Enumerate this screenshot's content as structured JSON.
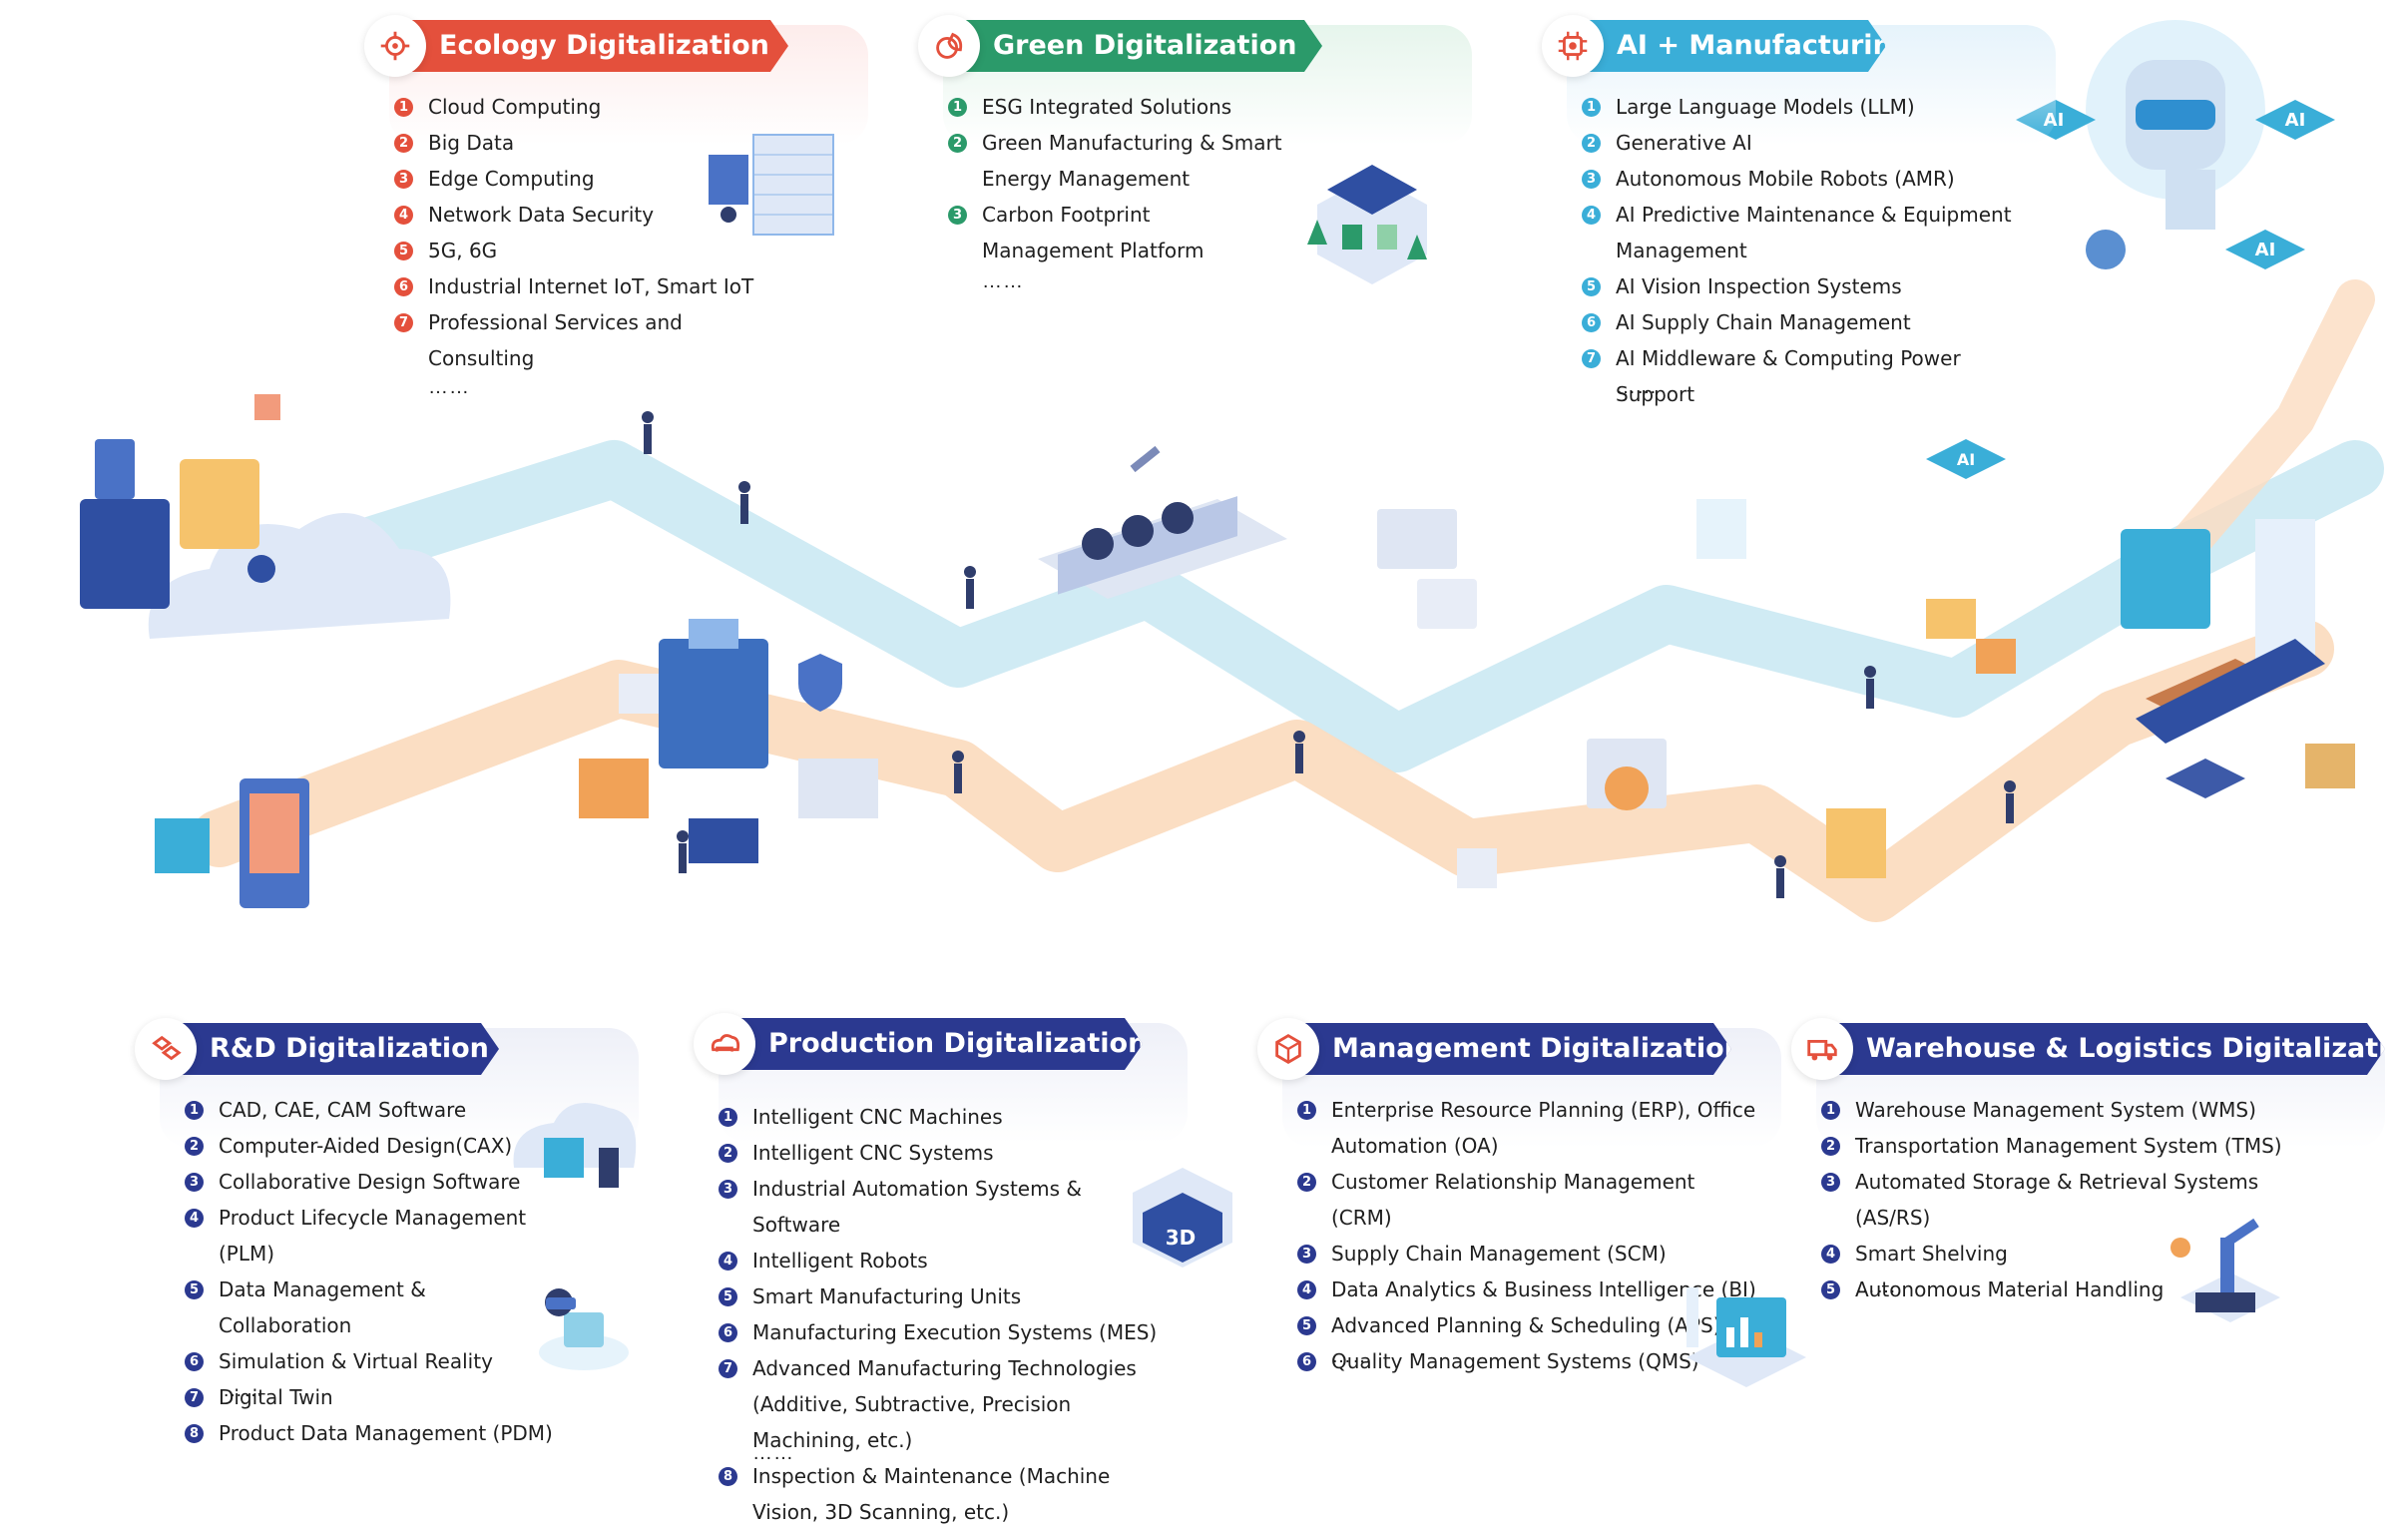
{
  "cards": {
    "ecology": {
      "title": "Ecology Digitalization",
      "color": "#e4503c",
      "items": [
        "Cloud Computing",
        "Big Data",
        "Edge Computing",
        "Network Data Security",
        "5G, 6G",
        "Industrial Internet IoT, Smart IoT",
        "Professional Services and Consulting"
      ],
      "more": "……"
    },
    "green": {
      "title": "Green Digitalization",
      "color": "#2b9a6a",
      "items": [
        "ESG Integrated Solutions",
        "Green Manufacturing & Smart Energy Management",
        "Carbon Footprint Management Platform"
      ],
      "more": "……"
    },
    "ai": {
      "title": "AI + Manufacturing",
      "color": "#3aaed8",
      "items": [
        "Large Language Models (LLM)",
        "Generative AI",
        "Autonomous Mobile Robots (AMR)",
        "AI Predictive Maintenance & Equipment Management",
        "AI Vision Inspection Systems",
        "AI Supply Chain Management",
        "AI Middleware & Computing Power Support"
      ],
      "more": "……"
    },
    "rd": {
      "title": "R&D Digitalization",
      "color": "#2b3990",
      "items": [
        "CAD, CAE, CAM Software",
        "Computer-Aided Design(CAX)",
        "Collaborative Design Software",
        "Product Lifecycle Management (PLM)",
        "Data Management & Collaboration",
        "Simulation & Virtual Reality",
        "Digital Twin",
        "Product Data Management (PDM)"
      ],
      "more": "……"
    },
    "production": {
      "title": "Production Digitalization",
      "color": "#2b3990",
      "items": [
        "Intelligent CNC Machines",
        "Intelligent CNC Systems",
        "Industrial Automation Systems & Software",
        "Intelligent Robots",
        "Smart Manufacturing Units",
        "Manufacturing Execution Systems (MES)",
        "Advanced Manufacturing Technologies (Additive, Subtractive, Precision Machining, etc.)",
        "Inspection & Maintenance (Machine Vision, 3D Scanning, etc.)"
      ],
      "more": "……"
    },
    "management": {
      "title": "Management Digitalization",
      "color": "#2b3990",
      "items": [
        "Enterprise Resource Planning (ERP), Office Automation (OA)",
        "Customer Relationship Management (CRM)",
        "Supply Chain Management (SCM)",
        "Data Analytics & Business Intelligence (BI)",
        "Advanced Planning & Scheduling (APS)",
        "Quality Management Systems (QMS)"
      ],
      "more": "……"
    },
    "warehouse": {
      "title": "Warehouse & Logistics Digitalization",
      "color": "#2b3990",
      "items": [
        "Warehouse Management System (WMS)",
        "Transportation Management System (TMS)",
        "Automated Storage & Retrieval Systems (AS/RS)",
        "Smart Shelving",
        "Autonomous Material Handling"
      ],
      "more": "……"
    }
  },
  "illustration_labels": {
    "ai_chip": "AI",
    "printer_3d": "3D"
  },
  "colors": {
    "path_blue": "#cdeaf3",
    "path_orange": "#fbdcc0",
    "card_tint_red": "#fdeceb",
    "card_tint_green": "#e6f5ec",
    "card_tint_blue": "#e6f3fb",
    "card_tint_navy": "#eef0f8"
  }
}
